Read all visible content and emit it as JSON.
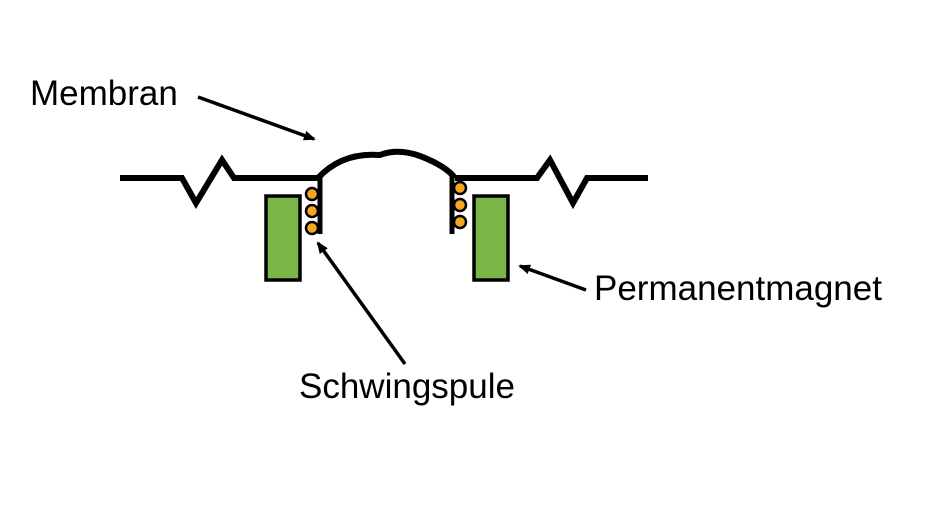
{
  "labels": {
    "membrane": "Membran",
    "magnet": "Permanentmagnet",
    "coil": "Schwingspule"
  },
  "colors": {
    "line": "#000000",
    "magnet_fill": "#7ab648",
    "coil_fill": "#f5a623",
    "background": "#ffffff"
  }
}
